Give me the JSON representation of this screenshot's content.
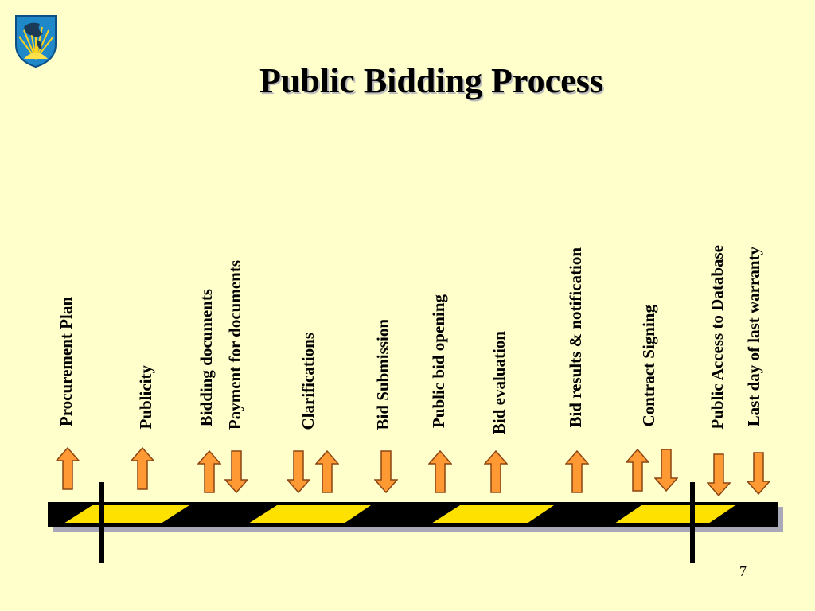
{
  "slide": {
    "title": "Public Bidding Process",
    "page_number": "7"
  },
  "colors": {
    "background": "#FFFFCC",
    "arrow_fill": "#FF9933",
    "arrow_stroke": "#8B4513",
    "stripe_yellow": "#FFE100",
    "bar_black": "#000000",
    "shadow": "#A8A8B8"
  },
  "steps": [
    {
      "label": "Procurement Plan",
      "arrow": "up"
    },
    {
      "label": "Publicity",
      "arrow": "up"
    },
    {
      "label": "Bidding documents",
      "arrow": "up"
    },
    {
      "label": "Payment for documents",
      "arrow": "down"
    },
    {
      "label": "Clarifications",
      "arrow": "down-up"
    },
    {
      "label": "Bid Submission",
      "arrow": "down"
    },
    {
      "label": "Public bid opening",
      "arrow": "up"
    },
    {
      "label": "Bid evaluation",
      "arrow": "up"
    },
    {
      "label": "Bid results & notification",
      "arrow": "up"
    },
    {
      "label": "Contract Signing",
      "arrow": "up-down"
    },
    {
      "label": "Public Access to Database",
      "arrow": "down"
    },
    {
      "label": "Last day of last warranty",
      "arrow": "down"
    }
  ],
  "logo": {
    "icon": "globe-sunrise-emblem-icon"
  }
}
